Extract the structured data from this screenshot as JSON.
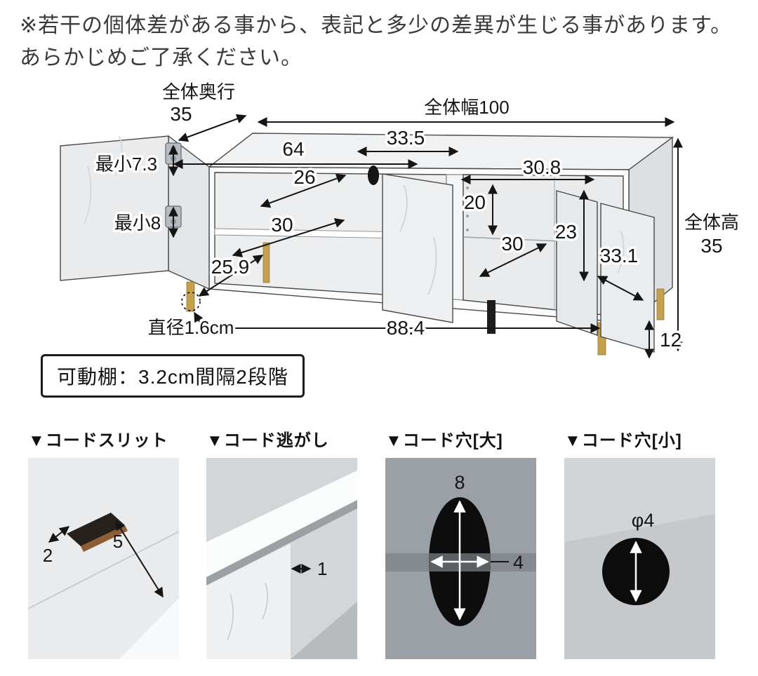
{
  "notice": {
    "line1": "※若干の個体差がある事から、表記と多少の差異が生じる事があります。",
    "line2": "あらかじめご了承ください。"
  },
  "diagram": {
    "overall_depth_label": "全体奥行",
    "overall_depth_value": "35",
    "overall_width": "全体幅100",
    "overall_height_label": "全体高",
    "overall_height_value": "35",
    "top_inner_width": "64",
    "top_section_width": "33.5",
    "shelf_depth": "26",
    "shelf_width": "30",
    "hinge_min_top": "最小7.3",
    "hinge_min_bottom": "最小8",
    "leg_span": "25.9",
    "leg_diameter": "直径1.6cm",
    "right_section_width": "30.8",
    "right_upper_height": "20",
    "right_inner_height": "23",
    "right_shelf_width": "30",
    "right_door_width": "33.1",
    "leg_height": "12",
    "bottom_width": "88.4",
    "shelf_note": "可動棚：3.2cm間隔2段階"
  },
  "details": [
    {
      "title": "▼コードスリット",
      "dim_a": "2",
      "dim_b": "5"
    },
    {
      "title": "▼コード逃がし",
      "dim_a": "1"
    },
    {
      "title": "▼コード穴[大]",
      "dim_a": "8",
      "dim_b": "4"
    },
    {
      "title": "▼コード穴[小]",
      "dim_a": "φ4"
    }
  ],
  "colors": {
    "leg_gold": "#c2a04e",
    "line_black": "#151515",
    "panel_gray": "#9aa0a5"
  }
}
